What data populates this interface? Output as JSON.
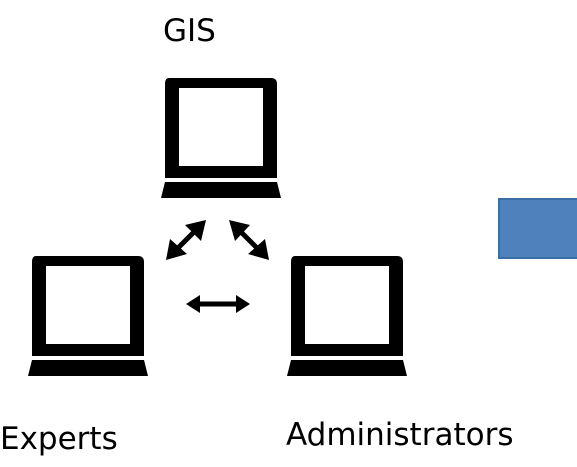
{
  "nodes": {
    "top_label": "GIS",
    "left_label": "Experts",
    "right_label": "Administrators"
  },
  "colors": {
    "ink": "#000000",
    "box_fill": "#4f81bd",
    "box_stroke": "#3a6ea5"
  },
  "icons": {
    "computer": "computer-terminal-icon",
    "arrows": "bidirectional-arrow-icon",
    "box": "blue-rectangle-shape"
  }
}
